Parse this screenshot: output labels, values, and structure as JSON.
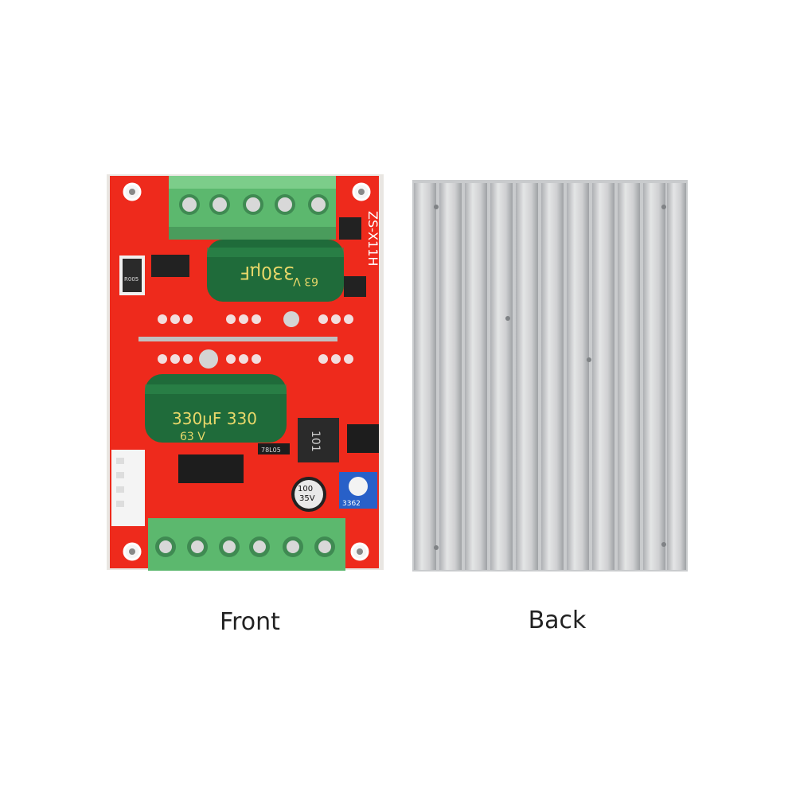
{
  "captions": {
    "front": "Front",
    "back": "Back"
  },
  "board_markings": {
    "model": "ZS-X11H",
    "cap_top": "330μF",
    "cap_top_voltage": "63 V",
    "cap_bottom": "330μF  330",
    "cap_bottom_voltage": "63 V",
    "small_cap": "100",
    "small_cap_voltage": "35V",
    "inductor": "101",
    "resistor": "R005",
    "regulator": "78L05",
    "potentiometer": "3362"
  },
  "colors": {
    "pcb": "#ee2a1c",
    "terminal": "#57b56a",
    "capacitor": "#1f6b3a",
    "heatsink": "#c9cbcd"
  }
}
